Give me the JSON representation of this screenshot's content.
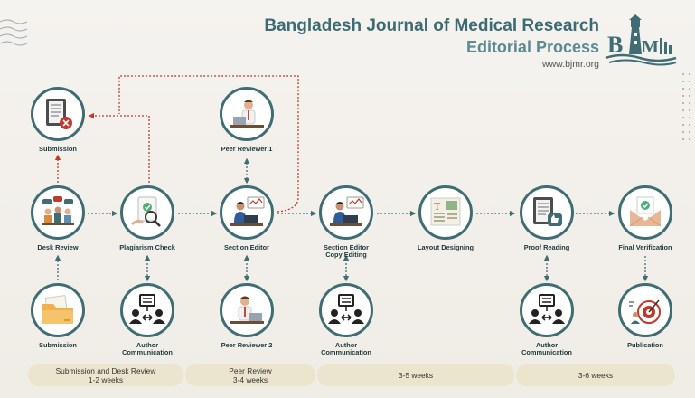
{
  "header": {
    "title": "Bangladesh Journal of Medical Research",
    "subtitle": "Editorial Process",
    "url": "www.bjmr.org",
    "logo_text": "BJMR"
  },
  "nodes": {
    "submission_top": "Submission",
    "peer_reviewer_1": "Peer Reviewer 1",
    "desk_review": "Desk Review",
    "plagiarism_check": "Plagiarism Check",
    "section_editor": "Section Editor",
    "section_editor_copy_line1": "Section Editor",
    "section_editor_copy_line2": "Copy Editing",
    "layout_designing": "Layout Designing",
    "proof_reading": "Proof Reading",
    "final_verification": "Final Verification",
    "submission_bottom": "Submission",
    "author_comm_1_line1": "Author",
    "author_comm_1_line2": "Communication",
    "peer_reviewer_2": "Peer Reviewer 2",
    "author_comm_2_line1": "Author",
    "author_comm_2_line2": "Communication",
    "author_comm_3_line1": "Author",
    "author_comm_3_line2": "Communication",
    "publication": "Publication"
  },
  "phases": [
    {
      "line1": "Submission and Desk Review",
      "line2": "1-2 weeks"
    },
    {
      "line1": "Peer Review",
      "line2": "3-4 weeks"
    },
    {
      "line1": "3-5 weeks",
      "line2": ""
    },
    {
      "line1": "3-6 weeks",
      "line2": ""
    }
  ],
  "colors": {
    "title": "#3d6b74",
    "node_border": "#3f6d73",
    "arrow_teal": "#3f6d73",
    "arrow_red": "#c0392b",
    "phase_bg": "#ece5cd",
    "background": "#f3f0eb"
  },
  "icons": {
    "submission_top": "document-reject-icon",
    "peer_reviewer_1": "reviewer-laptop-icon",
    "desk_review": "meeting-icon",
    "plagiarism_check": "magnifier-check-icon",
    "section_editor": "editor-laptop-icon",
    "copy_editing": "editor-laptop-icon",
    "layout_designing": "layout-icon",
    "proof_reading": "proof-thumbs-up-icon",
    "final_verification": "envelope-check-icon",
    "submission_bottom": "folder-icon",
    "author_communication": "people-exchange-icon",
    "peer_reviewer_2": "reviewer-laptop-icon",
    "publication": "target-icon"
  }
}
